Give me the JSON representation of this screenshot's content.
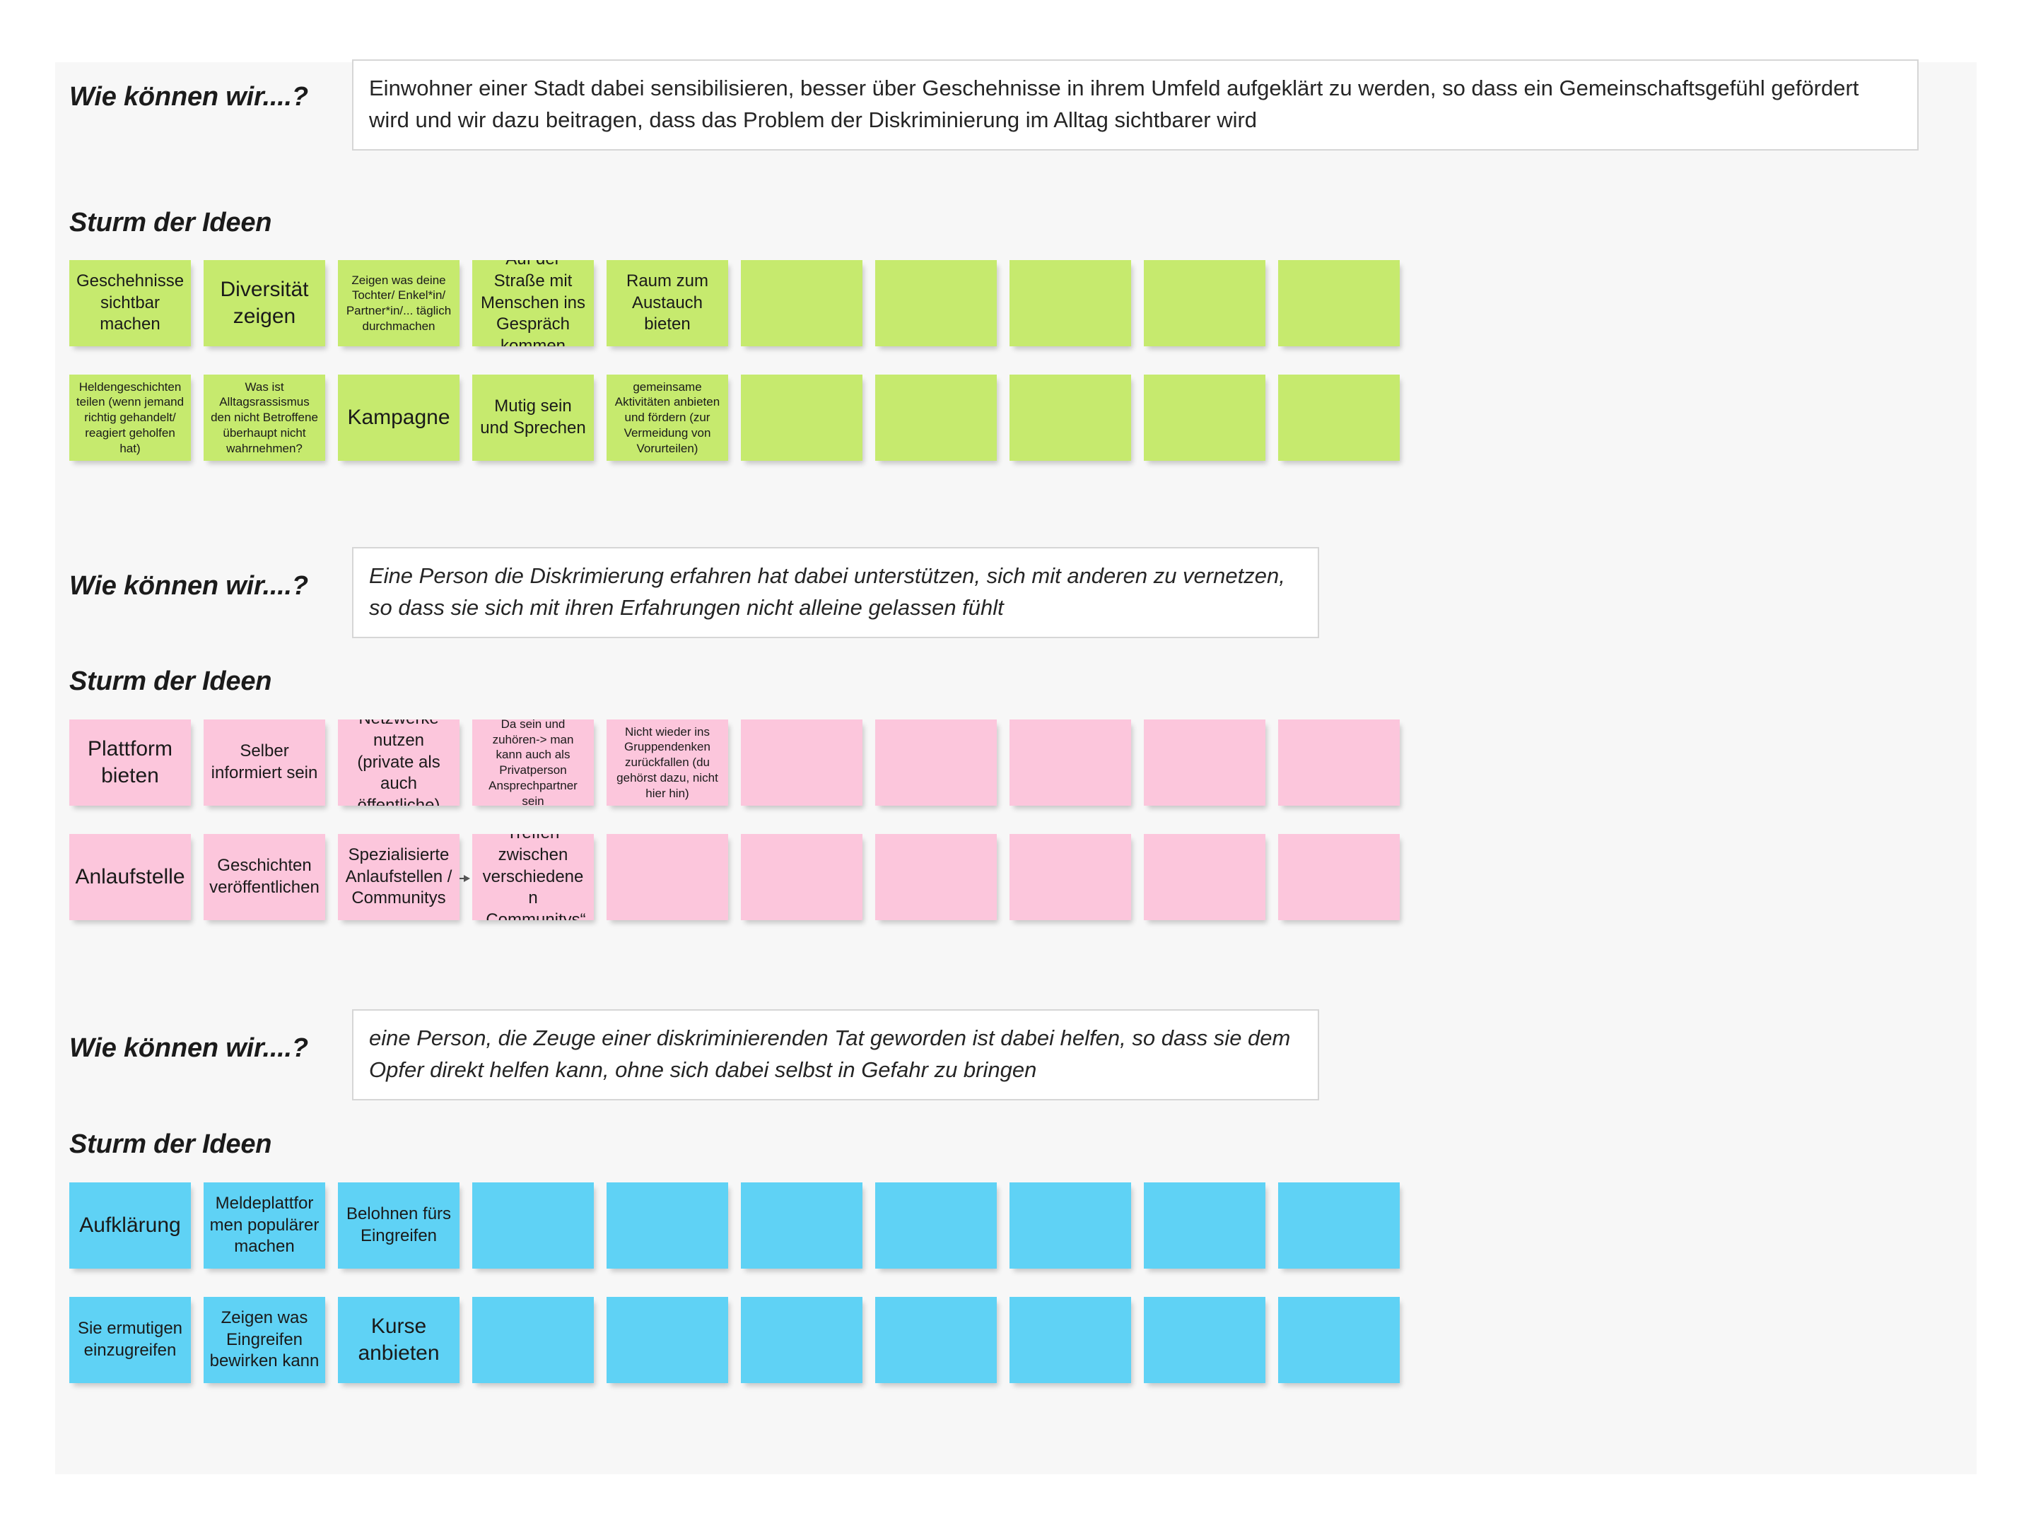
{
  "board": {
    "background_color": "#f7f7f7",
    "page_background_color": "#ffffff"
  },
  "labels": {
    "how_might_we": "Wie können wir....?",
    "idea_storm": "Sturm der Ideen"
  },
  "colors": {
    "green": "#c6ea6e",
    "pink": "#fcc6dc",
    "blue": "#5fd2f5"
  },
  "sections": [
    {
      "id": "section-1",
      "prompt": "Einwohner einer Stadt dabei sensibilisieren, besser über Geschehnisse in ihrem Umfeld aufgeklärt zu werden, so dass ein Gemeinschaftsgefühl gefördert wird und wir dazu beitragen, dass das Problem der Diskriminierung im Alltag sichtbarer wird",
      "prompt_italic": false,
      "note_color": "green",
      "rows": [
        [
          {
            "text": "Geschehnisse sichtbar machen",
            "size": "md"
          },
          {
            "text": "Diversität zeigen",
            "size": "lg"
          },
          {
            "text": "Zeigen was deine Tochter/ Enkel*in/ Partner*in/... täglich durchmachen",
            "size": "sm"
          },
          {
            "text": "Auf der Straße mit Menschen ins Gespräch kommen",
            "size": "md"
          },
          {
            "text": "Raum zum Austauch bieten",
            "size": "md"
          },
          {
            "text": "",
            "size": "md"
          },
          {
            "text": "",
            "size": "md"
          },
          {
            "text": "",
            "size": "md"
          },
          {
            "text": "",
            "size": "md"
          },
          {
            "text": "",
            "size": "md"
          }
        ],
        [
          {
            "text": "Heldengeschichten teilen (wenn jemand richtig gehandelt/ reagiert geholfen hat)",
            "size": "sm"
          },
          {
            "text": "Was ist Alltagsrassismus den nicht Betroffene überhaupt nicht wahrnehmen?",
            "size": "sm"
          },
          {
            "text": "Kampagne",
            "size": "lg"
          },
          {
            "text": "Mutig sein und Sprechen",
            "size": "md"
          },
          {
            "text": "gemeinsame Aktivitäten anbieten und fördern (zur Vermeidung von Vorurteilen)",
            "size": "sm"
          },
          {
            "text": "",
            "size": "md"
          },
          {
            "text": "",
            "size": "md"
          },
          {
            "text": "",
            "size": "md"
          },
          {
            "text": "",
            "size": "md"
          },
          {
            "text": "",
            "size": "md"
          }
        ]
      ]
    },
    {
      "id": "section-2",
      "prompt": "Eine Person die Diskrimierung erfahren hat dabei unterstützen, sich mit anderen zu vernetzen, so dass sie sich mit ihren Erfahrungen nicht alleine gelassen fühlt",
      "prompt_italic": true,
      "note_color": "pink",
      "rows": [
        [
          {
            "text": "Plattform bieten",
            "size": "lg"
          },
          {
            "text": "Selber informiert sein",
            "size": "md"
          },
          {
            "text": "Netzwerke nutzen (private als auch öffentliche)",
            "size": "md"
          },
          {
            "text": "Da sein und zuhören-> man kann auch als Privatperson Ansprechpartner sein",
            "size": "sm"
          },
          {
            "text": "Nicht wieder ins Gruppendenken zurückfallen (du gehörst dazu, nicht hier hin)",
            "size": "sm"
          },
          {
            "text": "",
            "size": "md"
          },
          {
            "text": "",
            "size": "md"
          },
          {
            "text": "",
            "size": "md"
          },
          {
            "text": "",
            "size": "md"
          },
          {
            "text": "",
            "size": "md"
          }
        ],
        [
          {
            "text": "Anlaufstelle",
            "size": "lg"
          },
          {
            "text": "Geschichten veröffentlichen",
            "size": "md"
          },
          {
            "text": "Spezialisierte Anlaufstellen / Communitys",
            "size": "md"
          },
          {
            "text": "Treffen zwischen verschiedenen „Communitys“",
            "size": "md"
          },
          {
            "text": "",
            "size": "md"
          },
          {
            "text": "",
            "size": "md"
          },
          {
            "text": "",
            "size": "md"
          },
          {
            "text": "",
            "size": "md"
          },
          {
            "text": "",
            "size": "md"
          },
          {
            "text": "",
            "size": "md"
          }
        ]
      ],
      "connector": {
        "row": 1,
        "after_column": 2
      }
    },
    {
      "id": "section-3",
      "prompt": "eine Person, die Zeuge einer diskriminierenden Tat geworden ist dabei helfen, so dass sie dem Opfer direkt helfen kann, ohne sich dabei selbst in Gefahr zu bringen",
      "prompt_italic": true,
      "note_color": "blue",
      "rows": [
        [
          {
            "text": "Aufklärung",
            "size": "lg"
          },
          {
            "text": "Meldeplattformen populärer machen",
            "size": "md"
          },
          {
            "text": "Belohnen fürs Eingreifen",
            "size": "md"
          },
          {
            "text": "",
            "size": "md"
          },
          {
            "text": "",
            "size": "md"
          },
          {
            "text": "",
            "size": "md"
          },
          {
            "text": "",
            "size": "md"
          },
          {
            "text": "",
            "size": "md"
          },
          {
            "text": "",
            "size": "md"
          },
          {
            "text": "",
            "size": "md"
          }
        ],
        [
          {
            "text": "Sie ermutigen einzugreifen",
            "size": "md"
          },
          {
            "text": "Zeigen was Eingreifen bewirken kann",
            "size": "md"
          },
          {
            "text": "Kurse anbieten",
            "size": "lg"
          },
          {
            "text": "",
            "size": "md"
          },
          {
            "text": "",
            "size": "md"
          },
          {
            "text": "",
            "size": "md"
          },
          {
            "text": "",
            "size": "md"
          },
          {
            "text": "",
            "size": "md"
          },
          {
            "text": "",
            "size": "md"
          },
          {
            "text": "",
            "size": "md"
          }
        ]
      ]
    }
  ],
  "layout": {
    "note_width": 172,
    "note_height": 122,
    "column_pitch": 190,
    "row_gap": 40,
    "columns": 10
  }
}
